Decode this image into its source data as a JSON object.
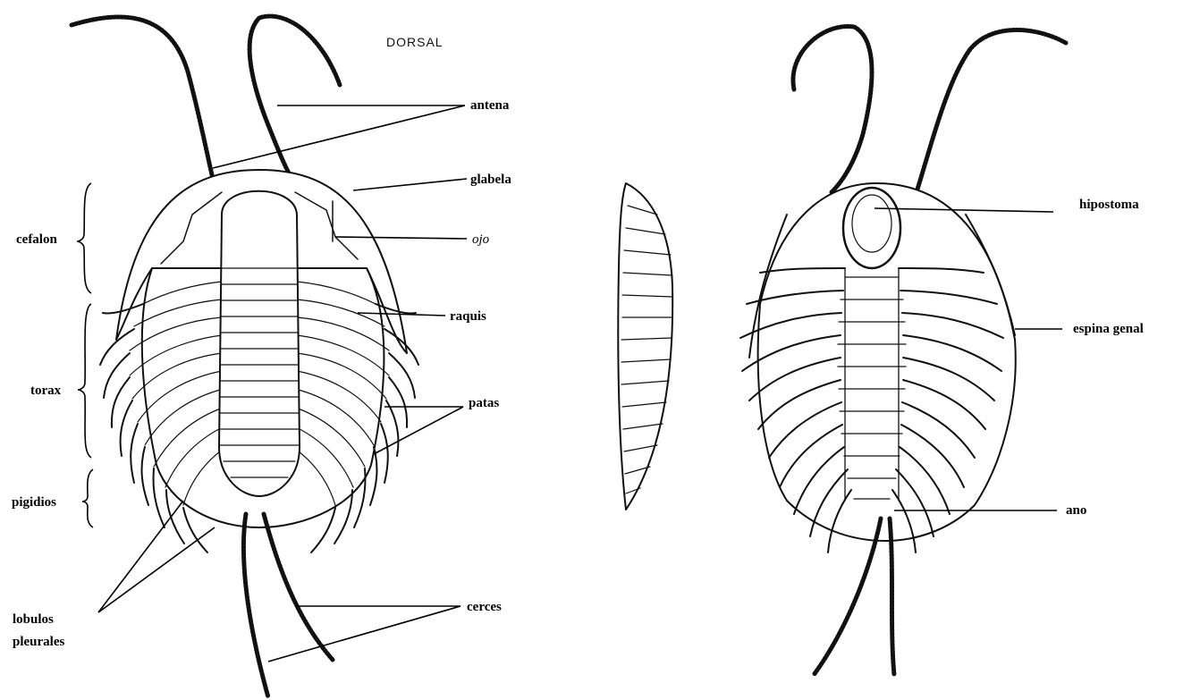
{
  "view_title": "DORSAL",
  "labels": {
    "antena": "antena",
    "glabela": "glabela",
    "ojo": "ojo",
    "raquis": "raquis",
    "patas": "patas",
    "cerces": "cerces",
    "cefalon": "cefalon",
    "torax": "torax",
    "pigidios": "pigidios",
    "lobulos_1": "lobulos",
    "lobulos_2": "pleurales",
    "hipostoma": "hipostoma",
    "espina_genal": "espina genal",
    "ano": "ano"
  }
}
